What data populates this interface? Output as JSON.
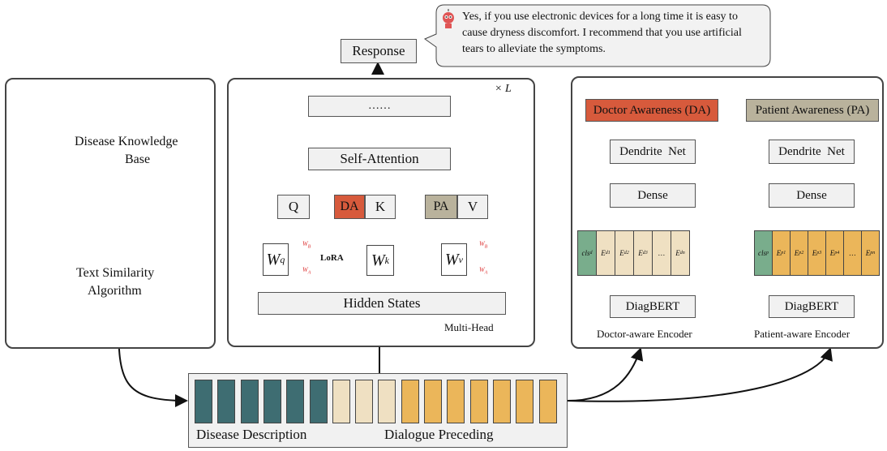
{
  "response": {
    "label": "Response",
    "bubble_text": "Yes, if you use electronic devices for a long time it is easy to cause dryness discomfort. I recommend that you use artificial tears to alleviate the symptoms."
  },
  "left_panel": {
    "kb_line1": "Disease Knowledge",
    "kb_line2": "Base",
    "algo_line1": "Text Similarity",
    "algo_line2": "Algorithm"
  },
  "transformer": {
    "repeat": "× L",
    "ellipsis": "……",
    "self_attention": "Self-Attention",
    "q": "Q",
    "k": "K",
    "v": "V",
    "da": "DA",
    "pa": "PA",
    "wq_base": "W",
    "wq_sub": "q",
    "wk_base": "W",
    "wk_sub": "k",
    "wv_base": "W",
    "wv_sub": "v",
    "lora": "LoRA",
    "lora_b": "W",
    "lora_b_sub": "B",
    "lora_a": "W",
    "lora_a_sub": "A",
    "hidden_states": "Hidden States",
    "multi_head": "Multi-Head"
  },
  "doctor_encoder": {
    "title": "Doctor Awareness (DA)",
    "dendrite": "Dendrite  Net",
    "dense": "Dense",
    "cls": "cls",
    "cls_sub": "d",
    "tokens": [
      "E",
      "E",
      "E",
      "…",
      "E"
    ],
    "token_subs": [
      "d1",
      "d2",
      "d3",
      "",
      "dn"
    ],
    "diagbert": "DiagBERT",
    "caption": "Doctor-aware Encoder"
  },
  "patient_encoder": {
    "title": "Patient Awareness (PA)",
    "dendrite": "Dendrite  Net",
    "dense": "Dense",
    "cls": "cls",
    "cls_sub": "p",
    "tokens": [
      "E",
      "E",
      "E",
      "E",
      "…",
      "E"
    ],
    "token_subs": [
      "p1",
      "p2",
      "p3",
      "p4",
      "",
      "pn"
    ],
    "diagbert": "DiagBERT",
    "caption": "Patient-aware Encoder"
  },
  "input_sequence": {
    "disease_label": "Disease Description",
    "dialogue_label": "Dialogue Preceding"
  },
  "colors": {
    "teal": "#3e6d72",
    "beige": "#efe0c2",
    "orange": "#ebb65a",
    "green": "#79ad8c",
    "da_red": "#d75a3c",
    "pa_taupe": "#b9b29c",
    "db_red": "#e0453a",
    "graph_green": "#3a9a8a"
  },
  "icons": [
    "database-plus-icon",
    "graph-network-icon",
    "robot-avatar-icon"
  ]
}
